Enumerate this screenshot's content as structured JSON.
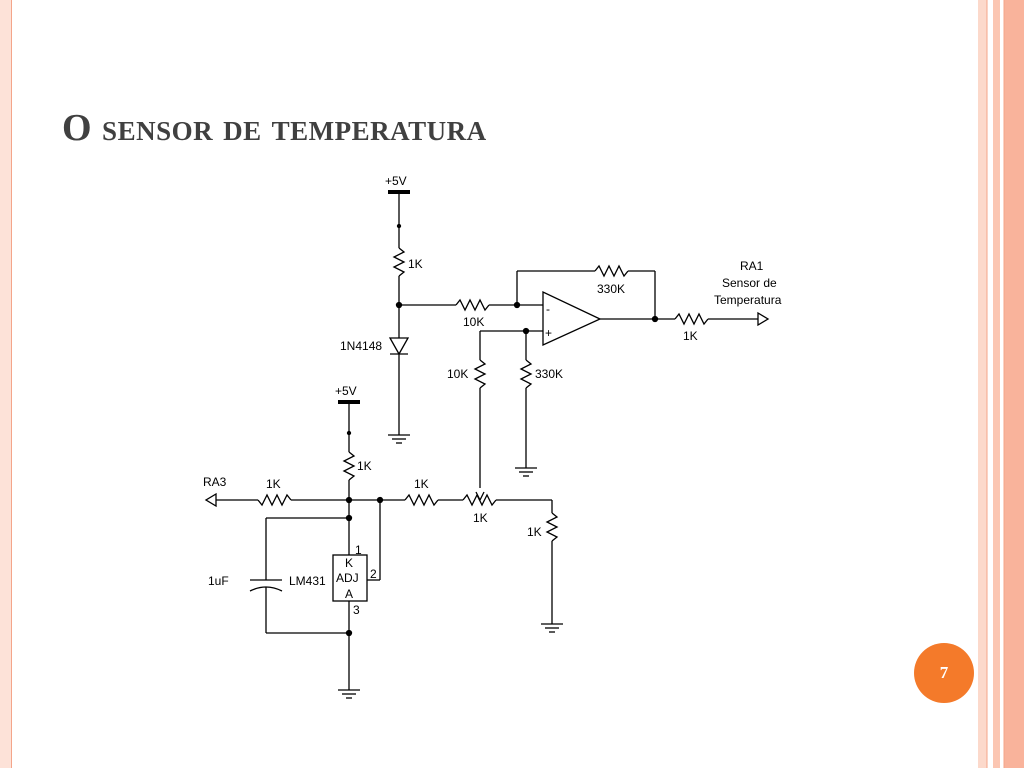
{
  "slide": {
    "title": "O sensor de temperatura",
    "page_number": "7"
  },
  "diagram": {
    "labels": {
      "vcc_top": "+5V",
      "r_top": "1K",
      "diode": "1N4148",
      "r_in": "10K",
      "r_feedback": "330K",
      "r_plus_pot": "10K",
      "r_plus_gnd": "330K",
      "r_out": "1K",
      "out_name": "RA1",
      "out_desc1": "Sensor de",
      "out_desc2": "Temperatura",
      "vcc_bottom": "+5V",
      "r_bottom": "1K",
      "ra3": "RA3",
      "r_ra3": "1K",
      "r_mid": "1K",
      "pot": "1K",
      "r_gnd": "1K",
      "cap": "1uF",
      "ic": "LM431",
      "pin1": "1",
      "pin_k": "K",
      "pin_adj": "ADJ",
      "pin2": "2",
      "pin_a": "A",
      "pin3": "3",
      "op_minus": "-",
      "op_plus": "+"
    }
  }
}
